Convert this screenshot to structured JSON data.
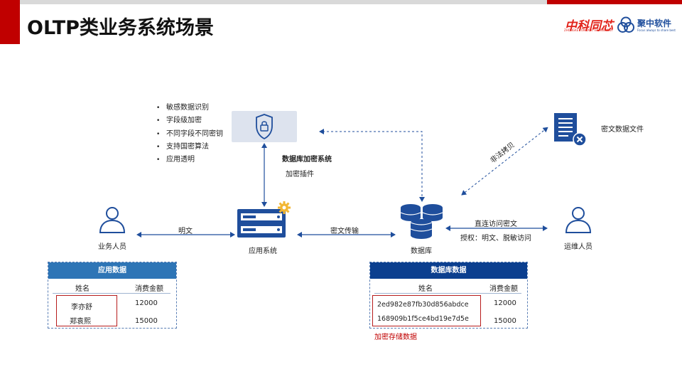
{
  "slide_title": "OLTP类业务系统场景",
  "logos": {
    "logo1_text": "中科同芯",
    "logo1_sub": "ZHONGKE TONGXIN TECHNOLOGY",
    "logo2_text": "聚中软件",
    "logo2_sub": "Focus always to share best"
  },
  "encryption_system": {
    "features": [
      "敏感数据识别",
      "字段级加密",
      "不同字段不同密钥",
      "支持国密算法",
      "应用透明"
    ],
    "name": "数据库加密系统",
    "plugin": "加密插件"
  },
  "nodes": {
    "business_user": "业务人员",
    "app_system": "应用系统",
    "database": "数据库",
    "ops_user": "运维人员",
    "cipher_file": "密文数据文件"
  },
  "edges": {
    "plaintext": "明文",
    "cipher_transfer": "密文传输",
    "illegal_copy": "非法拷贝",
    "direct_access": "直连访问密文",
    "authorized": "授权：明文、脱敏访问"
  },
  "app_table": {
    "title": "应用数据",
    "headers": [
      "姓名",
      "消费金额"
    ],
    "rows": [
      [
        "李亦舒",
        "12000"
      ],
      [
        "郑袁熙",
        "15000"
      ]
    ]
  },
  "db_table": {
    "title": "数据库数据",
    "headers": [
      "姓名",
      "消费金额"
    ],
    "rows": [
      [
        "2ed982e87fb30d856abdce",
        "12000"
      ],
      [
        "168909b1f5ce4bd19e7d5e",
        "15000"
      ]
    ],
    "note": "加密存储数据"
  },
  "colors": {
    "accent_red": "#c00000",
    "app_blue": "#2e75b6",
    "db_blue": "#0b3f8f",
    "icon_blue": "#1f4e9c"
  }
}
